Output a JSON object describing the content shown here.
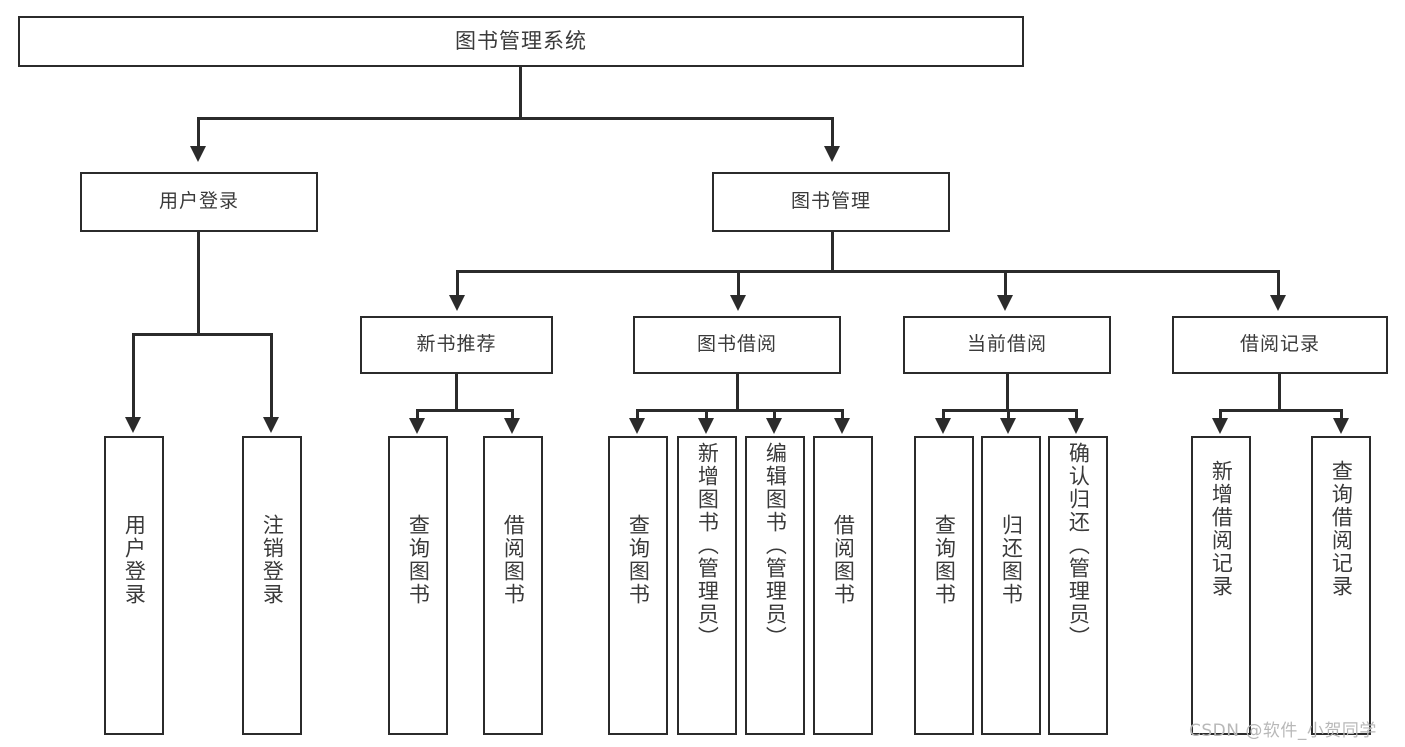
{
  "diagram": {
    "type": "tree-hierarchy",
    "title": "图书管理系统",
    "root": {
      "label": "图书管理系统"
    },
    "level1": [
      {
        "label": "用户登录"
      },
      {
        "label": "图书管理"
      }
    ],
    "level2": [
      {
        "label": "新书推荐"
      },
      {
        "label": "图书借阅"
      },
      {
        "label": "当前借阅"
      },
      {
        "label": "借阅记录"
      }
    ],
    "leaves": {
      "user_login": [
        {
          "label": "用户登录"
        },
        {
          "label": "注销登录"
        }
      ],
      "new_book_recommend": [
        {
          "label": "查询图书"
        },
        {
          "label": "借阅图书"
        }
      ],
      "book_borrow": [
        {
          "label": "查询图书"
        },
        {
          "label": "新增图书（管理员）"
        },
        {
          "label": "编辑图书（管理员）"
        },
        {
          "label": "借阅图书"
        }
      ],
      "current_borrow": [
        {
          "label": "查询图书"
        },
        {
          "label": "归还图书"
        },
        {
          "label": "确认归还（管理员）"
        }
      ],
      "borrow_record": [
        {
          "label": "新增借阅记录"
        },
        {
          "label": "查询借阅记录"
        }
      ]
    }
  },
  "watermark": {
    "text": "CSDN @软件_小贺同学"
  },
  "colors": {
    "stroke": "#2b2b2b",
    "text": "#3a3a3a",
    "background": "#ffffff",
    "watermark": "#b8b8b8"
  }
}
